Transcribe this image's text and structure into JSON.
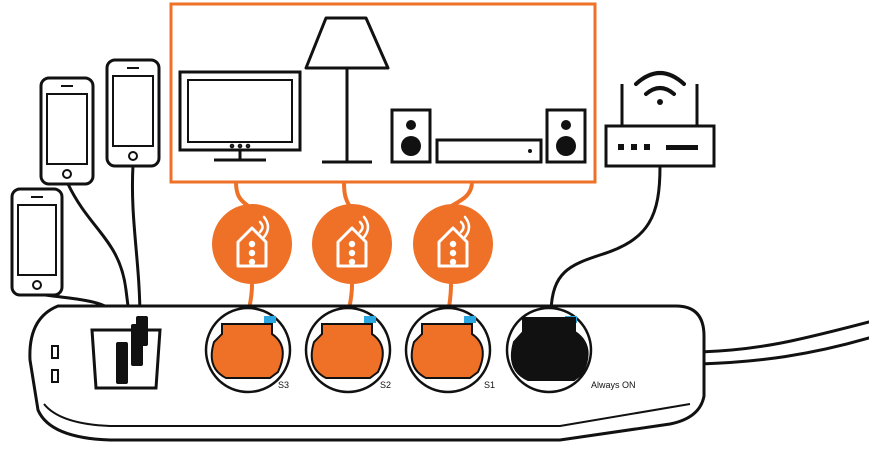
{
  "colors": {
    "accent": "#ee7127",
    "outline": "#111111",
    "indicator": "#2aa6e0",
    "background": "#ffffff"
  },
  "devices": {
    "appliances_box": [
      "tv-icon",
      "floor-lamp-icon",
      "speaker-icon",
      "media-player-icon",
      "speaker-icon"
    ],
    "phones": [
      "phone-icon",
      "phone-icon",
      "phone-icon"
    ],
    "router": "wifi-router-icon"
  },
  "plugs": [
    {
      "name": "smart-plug",
      "icon": "smart-home-plug-icon"
    },
    {
      "name": "smart-plug",
      "icon": "smart-home-plug-icon"
    },
    {
      "name": "smart-plug",
      "icon": "smart-home-plug-icon"
    }
  ],
  "power_strip": {
    "usb_ports": 2,
    "sockets": [
      {
        "label": "S3",
        "switched": true
      },
      {
        "label": "S2",
        "switched": true
      },
      {
        "label": "S1",
        "switched": true
      },
      {
        "label": "Always ON",
        "switched": false
      }
    ]
  }
}
